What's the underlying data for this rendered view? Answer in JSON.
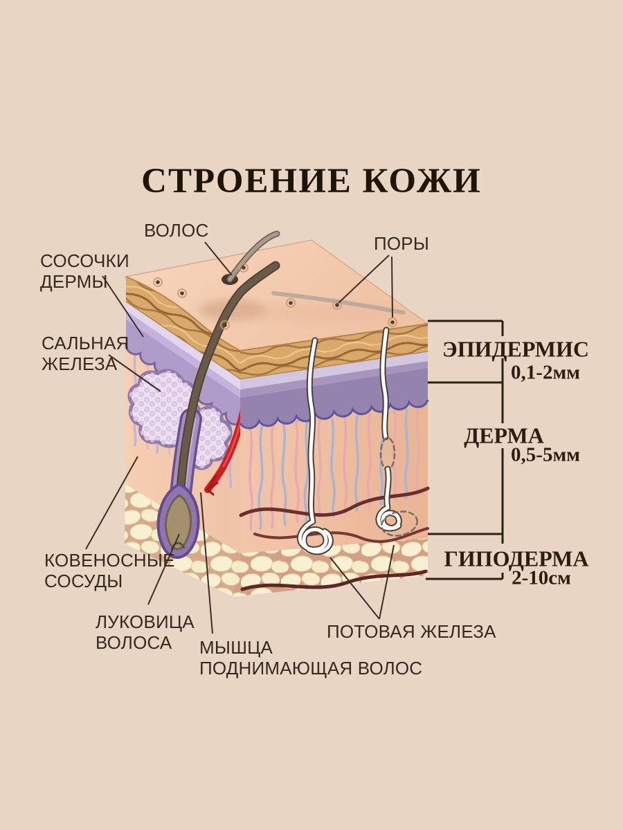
{
  "title": "СТРОЕНИЕ КОЖИ",
  "callouts": {
    "hair": "ВОЛОС",
    "pores": "ПОРЫ",
    "dermal_papillae": {
      "line1": "СОСОЧКИ",
      "line2": "ДЕРМЫ"
    },
    "sebaceous_gland": {
      "line1": "САЛЬНАЯ",
      "line2": "ЖЕЛЕЗА"
    },
    "blood_vessels": {
      "line1": "КОВЕНОСНЫЕ",
      "line2": "СОСУДЫ"
    },
    "hair_bulb": {
      "line1": "ЛУКОВИЦА",
      "line2": "ВОЛОСА"
    },
    "arrector_pili_muscle": {
      "line1": "МЫШЦА",
      "line2": "ПОДНИМАЮЩАЯ ВОЛОС"
    },
    "sweat_gland": "ПОТОВАЯ ЖЕЛЕЗА"
  },
  "layer_scale": [
    {
      "id": "epidermis",
      "name": "ЭПИДЕРМИС",
      "thickness": "0,1-2мм"
    },
    {
      "id": "dermis",
      "name": "ДЕРМА",
      "thickness": "0,5-5мм"
    },
    {
      "id": "hypodermis",
      "name": "ГИПОДЕРМА",
      "thickness": "2-10см"
    }
  ],
  "colors": {
    "bg": "#e9d5c4",
    "title_ink": "#1f1408",
    "label_ink": "#35291f",
    "scale_ink": "#2b1d10",
    "leader_line": "#3b2e22",
    "bracket_line": "#2c2012",
    "skin_surface": "#f6cfb5",
    "epidermis_band": "#d9a96b",
    "lavender_band": "#d6c9e4",
    "papillary_left": "#b09cc8",
    "papillary_right": "#9383ae",
    "papillae_outline": "#5e55a0",
    "dermis_left": "#f6ceb2",
    "dermis_right": "#efc0a5",
    "fat_cream": "#f7f0d2",
    "fat_gap": "#d3a085",
    "follicle_sheath": "#a78fc4",
    "hair_shaft": "#6a5b48",
    "sebaceous_fill": "#eddff2",
    "muscle_red": "#cd1f1f",
    "sweat_duct": "#ffffff",
    "vessel_pink": "#e8a9b2",
    "vessel_blue": "#a9b3d6",
    "vessel_dark": "#6e2d2d"
  }
}
